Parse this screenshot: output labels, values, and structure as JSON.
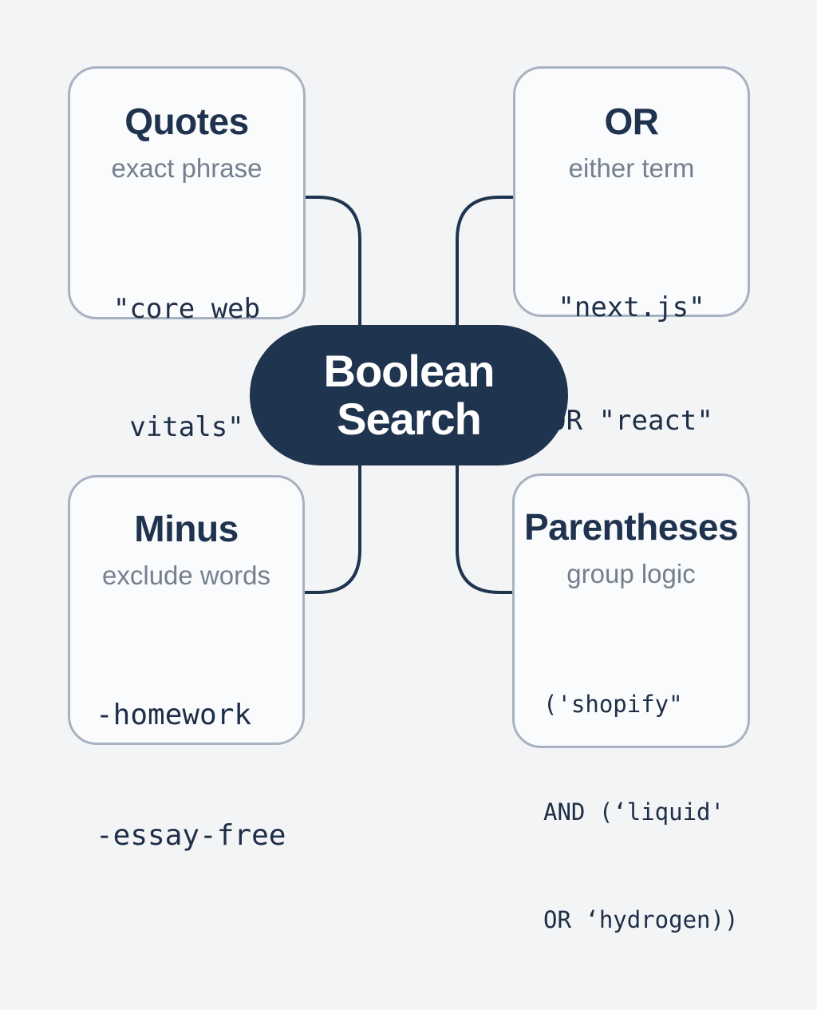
{
  "center": {
    "line1": "Boolean",
    "line2": "Search"
  },
  "nodes": [
    {
      "id": "quotes",
      "title": "Quotes",
      "subtitle": "exact phrase",
      "code": [
        "\"core web",
        "vitals\""
      ]
    },
    {
      "id": "or",
      "title": "OR",
      "subtitle": "either term",
      "code": [
        "\"next.js\"",
        "OR \"react\""
      ]
    },
    {
      "id": "minus",
      "title": "Minus",
      "subtitle": "exclude words",
      "code": [
        "-homework",
        "-essay-free"
      ]
    },
    {
      "id": "parentheses",
      "title": "Parentheses",
      "subtitle": "group logic",
      "code": [
        "('shopify\"",
        "AND (‘liquid'",
        "OR ‘hydrogen))"
      ]
    }
  ],
  "colors": {
    "background": "#f3f4f6",
    "card_fill": "#fafbfd",
    "card_border": "#a7b2c1",
    "navy": "#1f344e",
    "title_text": "#20334e",
    "subtitle_text": "#75808f",
    "code_text": "#1d2e46",
    "center_text": "#ffffff"
  }
}
